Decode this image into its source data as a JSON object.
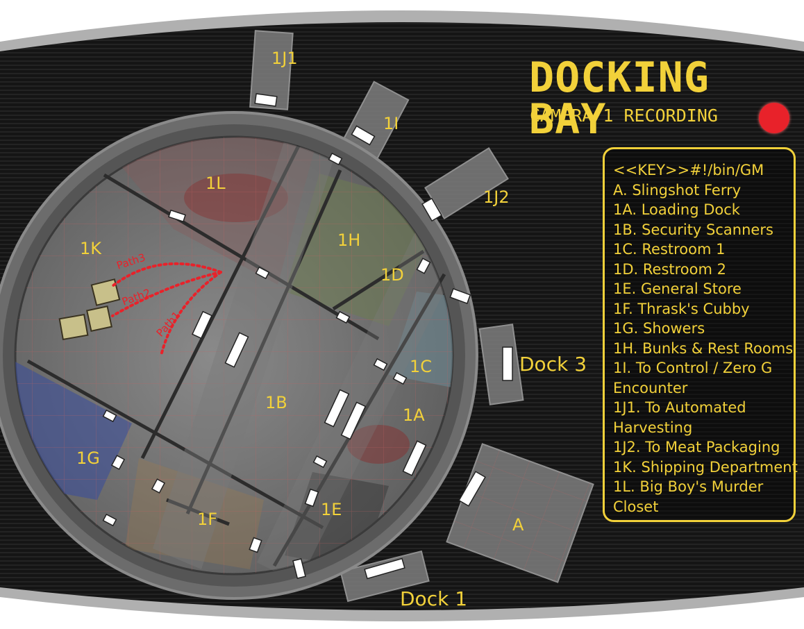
{
  "header": {
    "title": "DOCKING BAY",
    "subtitle": "CAMERA 1 RECORDING"
  },
  "key": {
    "heading": "<<KEY>>#!/bin/GM",
    "lines": [
      "A. Slingshot Ferry",
      "1A. Loading Dock",
      "1B. Security Scanners",
      "1C. Restroom 1",
      "1D. Restroom 2",
      "1E. General Store",
      "1F. Thrask's Cubby",
      "1G. Showers",
      "1H. Bunks & Rest Rooms",
      "1I. To Control / Zero G",
      "Encounter",
      "1J1. To Automated",
      "Harvesting",
      "1J2. To Meat Packaging",
      "1K. Shipping Department",
      "1L. Big Boy's Murder",
      "Closet"
    ]
  },
  "map": {
    "rooms": {
      "r1A": "1A",
      "r1B": "1B",
      "r1C": "1C",
      "r1D": "1D",
      "r1E": "1E",
      "r1F": "1F",
      "r1G": "1G",
      "r1H": "1H",
      "r1I": "1I",
      "r1J1": "1J1",
      "r1J2": "1J2",
      "r1K": "1K",
      "r1L": "1L",
      "rA": "A"
    },
    "docks": {
      "dock1": "Dock 1",
      "dock3": "Dock 3"
    },
    "paths": {
      "p1": "Path1",
      "p2": "Path2",
      "p3": "Path3"
    }
  },
  "colors": {
    "label": "#f2d13a",
    "record": "#e8222a",
    "path": "#e8222a",
    "frame": "#a8a8a8",
    "screen": "#141414"
  },
  "icons": {
    "record": "record-dot-icon"
  }
}
